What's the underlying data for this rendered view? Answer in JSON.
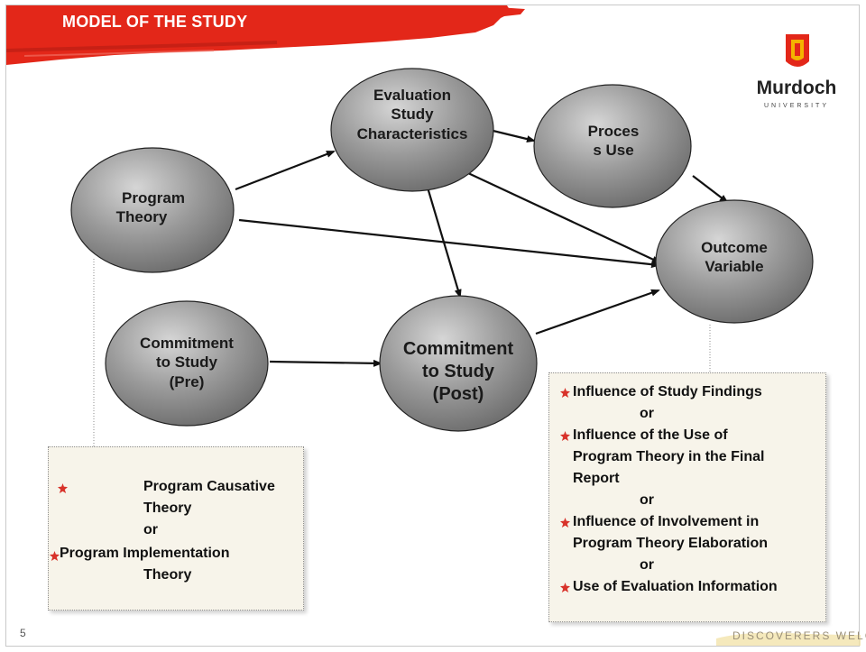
{
  "header": {
    "title": "MODEL OF THE STUDY"
  },
  "logo": {
    "name": "Murdoch",
    "subtitle": "UNIVERSITY",
    "icon": "crest-icon",
    "colors": [
      "#e32719",
      "#f4b400"
    ]
  },
  "nodes": {
    "program_theory": [
      "Program",
      "Theory"
    ],
    "evaluation_study": [
      "Evaluation",
      "Study",
      "Characteristics"
    ],
    "process_use": [
      "Proces",
      "s Use"
    ],
    "outcome": [
      "Outcome",
      "Variable"
    ],
    "commitment_pre": [
      "Commitment",
      "to Study",
      "(Pre)"
    ],
    "commitment_post": [
      "Commitment",
      "to Study",
      "(Post)"
    ]
  },
  "left_box": {
    "items": [
      "Program Causative",
      "Theory",
      "or",
      "Program Implementation",
      "Theory"
    ]
  },
  "right_box": {
    "items": [
      "Influence of Study Findings",
      "or",
      "Influence of the Use of",
      "Program Theory in the Final",
      "Report",
      "or",
      "Influence of Involvement in",
      "Program Theory Elaboration",
      "or",
      "Use of Evaluation Information"
    ]
  },
  "footer": {
    "page_number": "5",
    "tagline": "DISCOVERERS WELCOME"
  },
  "colors": {
    "brand_red": "#e32719",
    "bullet": "#d8322a",
    "box_bg": "#f7f4ea",
    "node_fill": "#8f8f8f"
  }
}
